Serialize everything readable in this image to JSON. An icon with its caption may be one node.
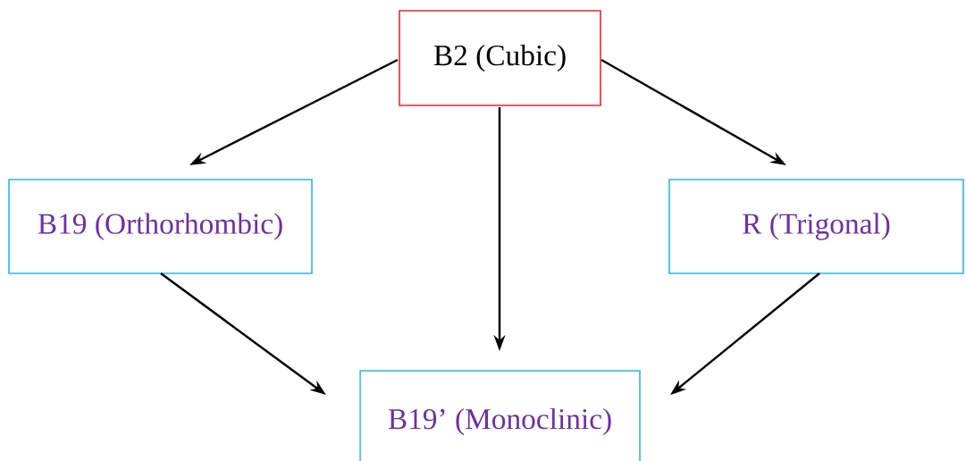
{
  "diagram": {
    "nodes": [
      {
        "text": [
          "B2 (Cubic)"
        ]
      },
      {
        "text": [
          "B19 (Orthorhombic)"
        ]
      },
      {
        "text": [
          "R (Trigonal)"
        ]
      },
      {
        "text": [
          "B19’ (Monoclinic)"
        ]
      }
    ],
    "edges": [
      {
        "from": 0,
        "to": 1,
        "arrow": "to"
      },
      {
        "from": 0,
        "to": 3,
        "arrow": "to"
      },
      {
        "from": 0,
        "to": 2,
        "arrow": "to"
      },
      {
        "from": 1,
        "to": 3,
        "arrow": "to"
      },
      {
        "from": 2,
        "to": 3,
        "arrow": "to"
      }
    ]
  }
}
